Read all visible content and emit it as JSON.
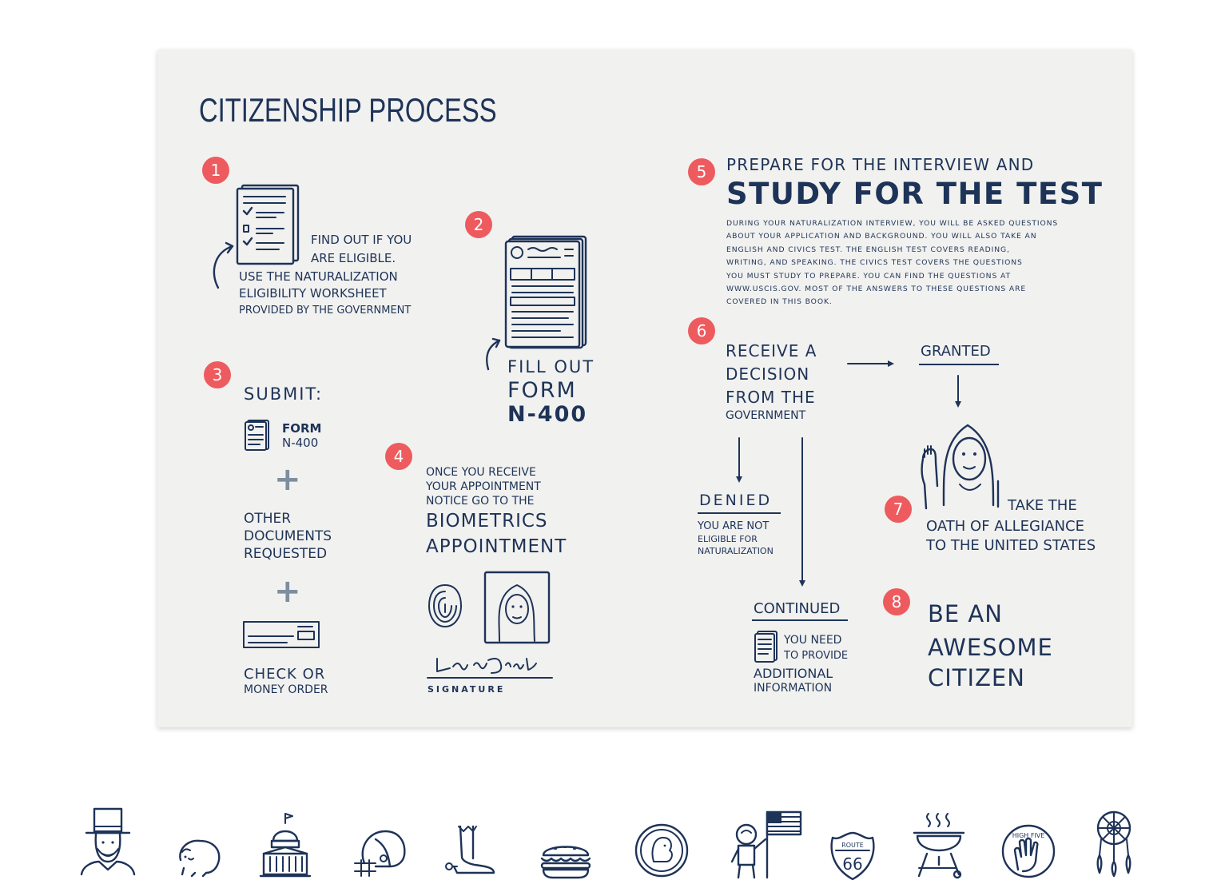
{
  "title": "CITIZENSHIP PROCESS",
  "step_numbers": [
    "1",
    "2",
    "3",
    "4",
    "5",
    "6",
    "7",
    "8"
  ],
  "step1": {
    "line1": "FIND OUT IF YOU",
    "line2": "ARE ELIGIBLE.",
    "line3": "USE THE NATURALIZATION",
    "line4": "ELIGIBILITY WORKSHEET",
    "line5": "PROVIDED BY THE GOVERNMENT"
  },
  "step2": {
    "line1": "FILL OUT",
    "line2": "FORM",
    "line3": "N-400"
  },
  "step3": {
    "heading": "SUBMIT:",
    "form_line1": "FORM",
    "form_line2": "N-400",
    "plus": "+",
    "other_line1": "OTHER",
    "other_line2": "DOCUMENTS",
    "other_line3": "REQUESTED",
    "check_line1": "CHECK OR",
    "check_line2": "MONEY ORDER"
  },
  "step4": {
    "line1": "ONCE YOU RECEIVE",
    "line2": "YOUR APPOINTMENT",
    "line3": "NOTICE GO TO THE",
    "line4": "BIOMETRICS",
    "line5": "APPOINTMENT",
    "signature_label": "SIGNATURE"
  },
  "step5": {
    "line1": "PREPARE FOR THE INTERVIEW AND",
    "line2": "STUDY FOR THE TEST",
    "body": [
      "DURING YOUR NATURALIZATION INTERVIEW, YOU WILL BE ASKED QUESTIONS",
      "ABOUT YOUR APPLICATION AND BACKGROUND. YOU WILL ALSO TAKE AN",
      "ENGLISH AND CIVICS TEST. THE ENGLISH TEST COVERS READING,",
      "WRITING, AND SPEAKING. THE CIVICS TEST COVERS THE QUESTIONS",
      "YOU MUST STUDY TO PREPARE. YOU CAN FIND THE QUESTIONS AT",
      "WWW.USCIS.GOV. MOST OF THE ANSWERS TO THESE QUESTIONS ARE",
      "COVERED IN THIS BOOK."
    ]
  },
  "step6": {
    "line1": "RECEIVE A",
    "line2": "DECISION",
    "line3": "FROM THE",
    "line4": "GOVERNMENT",
    "granted": "GRANTED",
    "denied": "DENIED",
    "denied_line1": "YOU ARE NOT",
    "denied_line2": "ELIGIBLE FOR",
    "denied_line3": "NATURALIZATION",
    "continued": "CONTINUED",
    "continued_line1": "YOU NEED",
    "continued_line2": "TO PROVIDE",
    "continued_line3": "ADDITIONAL",
    "continued_line4": "INFORMATION"
  },
  "step7": {
    "line1": "TAKE THE",
    "line2": "OATH OF ALLEGIANCE",
    "line3": "TO THE UNITED STATES"
  },
  "step8": {
    "line1": "BE AN",
    "line2": "AWESOME",
    "line3": "CITIZEN"
  },
  "route_sign": {
    "top": "ROUTE",
    "number": "66"
  },
  "high_five": "HIGH FIVE",
  "colors": {
    "ink": "#1e3358",
    "accent": "#ed5b5f",
    "paper": "#f1f1ef",
    "plus": "#7f8da0"
  },
  "bottom_icons": [
    "lincoln-icon",
    "bison-icon",
    "capitol-icon",
    "football-helmet-icon",
    "cowboy-boot-icon",
    "hamburger-icon",
    "coin-icon",
    "astronaut-flag-icon",
    "route-66-icon",
    "grill-icon",
    "high-five-icon",
    "dreamcatcher-icon"
  ]
}
